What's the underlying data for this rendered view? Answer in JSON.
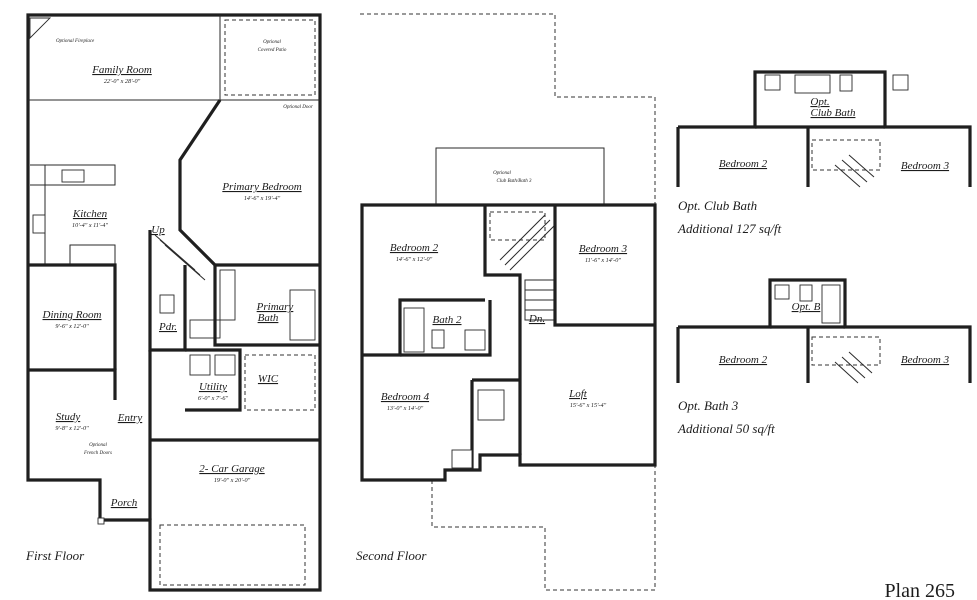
{
  "title": "Plan 265",
  "floors": {
    "first": {
      "caption": "First Floor",
      "rooms": {
        "family": {
          "name": "Family Room",
          "dims": "22'-0\" x 28'-0\""
        },
        "primary_bed": {
          "name": "Primary Bedroom",
          "dims": "14'-6\" x 19'-4\""
        },
        "kitchen": {
          "name": "Kitchen",
          "dims": "10'-4\" x 11'-4\""
        },
        "dining": {
          "name": "Dining Room",
          "dims": "9'-6\" x 12'-0\""
        },
        "study": {
          "name": "Study",
          "dims": "9'-8\" x 12'-0\""
        },
        "entry": {
          "name": "Entry"
        },
        "porch": {
          "name": "Porch"
        },
        "pdr": {
          "name": "Pdr."
        },
        "primary_bath_1": {
          "name": "Primary"
        },
        "primary_bath_2": {
          "name": "Bath"
        },
        "utility": {
          "name": "Utility",
          "dims": "6'-0\" x 7'-6\""
        },
        "wic": {
          "name": "WIC"
        },
        "garage": {
          "name": "2- Car Garage",
          "dims": "19'-0\" x 20'-0\""
        },
        "up": {
          "name": "Up"
        }
      },
      "notes": {
        "fireplace": "Optional Fireplace",
        "patio_1": "Optional",
        "patio_2": "Covered Patio",
        "door": "Optional Door",
        "french_1": "Optional",
        "french_2": "French Doors"
      }
    },
    "second": {
      "caption": "Second Floor",
      "rooms": {
        "bed2": {
          "name": "Bedroom 2",
          "dims": "14'-6\" x 12'-0\""
        },
        "bed3": {
          "name": "Bedroom 3",
          "dims": "11'-6\" x 14'-0\""
        },
        "bath2": {
          "name": "Bath 2"
        },
        "dn": {
          "name": "Dn."
        },
        "bed4": {
          "name": "Bedroom 4",
          "dims": "13'-0\" x 14'-0\""
        },
        "loft": {
          "name": "Loft",
          "dims": "15'-6\" x 15'-4\""
        }
      },
      "notes": {
        "clubbath_1": "Optional",
        "clubbath_2": "Club Bath/Bath 3"
      }
    }
  },
  "options": {
    "club_bath": {
      "bed2": "Bedroom 2",
      "bed3": "Bedroom 3",
      "label_1": "Opt.",
      "label_2": "Club Bath",
      "caption": "Opt. Club Bath",
      "additional": "Additional 127 sq/ft"
    },
    "bath3": {
      "bed2": "Bedroom 2",
      "bed3": "Bedroom 3",
      "label": "Opt. B",
      "caption": "Opt. Bath 3",
      "additional": "Additional 50 sq/ft"
    }
  }
}
